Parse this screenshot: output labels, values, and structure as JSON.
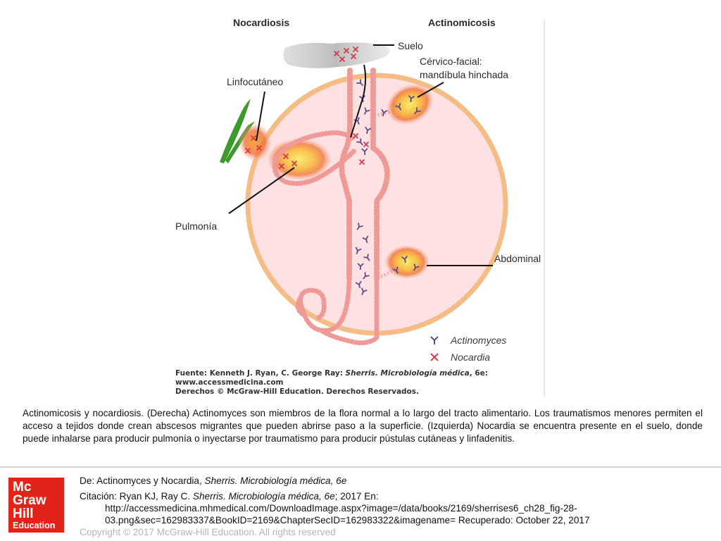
{
  "figure": {
    "headers": {
      "left": "Nocardiosis",
      "right": "Actinomicosis"
    },
    "labels": {
      "soil": "Suelo",
      "cervicofacial_1": "Cérvico-facial:",
      "cervicofacial_2": "mandíbula hinchada",
      "lymphocutaneous": "Linfocutáneo",
      "pneumonia": "Pulmonía",
      "abdominal": "Abdominal"
    },
    "legend": {
      "actinomyces": "Actinomyces",
      "nocardia": "Nocardia"
    },
    "source": {
      "prefix": "Fuente: Kenneth J. Ryan, C. George Ray: ",
      "book": "Sherris. Microbiología médica",
      "edition": ", 6e:",
      "url": "www.accessmedicina.com",
      "rights": "Derechos © McGraw-Hill Education. Derechos Reservados."
    },
    "colors": {
      "circle_fill": "#fde1e3",
      "circle_ring": "#f4bd86",
      "tract": "#ef9a97",
      "abscess": "#f9ec6e",
      "abscess_glow": "#ee4a2c",
      "actinomyces": "#5c4a8e",
      "nocardia": "#d8384a",
      "grass": "#3e9a2e"
    }
  },
  "caption": "Actinomicosis y nocardiosis. (Derecha) Actinomyces son miembros de la flora normal a lo largo del tracto alimentario. Los traumatismos menores permiten el acceso a tejidos donde crean abscesos migrantes que pueden abrirse paso a la superficie. (Izquierda) Nocardia se encuentra presente en el suelo, donde puede inhalarse para producir pulmonía o inyectarse por traumatismo para producir pústulas cutáneas y linfadenitis.",
  "logo": {
    "line1": "Mc",
    "line2": "Graw",
    "line3": "Hill",
    "line4": "Education"
  },
  "credits": {
    "from_prefix": "De: Actinomyces y Nocardia, ",
    "from_book": "Sherris. Microbiología médica, 6e",
    "citation_prefix": "Citación: Ryan KJ, Ray C. ",
    "citation_book": "Sherris. Microbiología médica, 6e",
    "citation_suffix": "; 2017 En:",
    "url_line1": "http://accessmedicina.mhmedical.com/DownloadImage.aspx?image=/data/books/2169/sherrises6_ch28_fig-28-",
    "url_line2": "03.png&sec=162983337&BookID=2169&ChapterSecID=162983322&imagename= Recuperado: October 22, 2017",
    "copyright": "Copyright © 2017 McGraw-Hill Education. All rights reserved"
  }
}
